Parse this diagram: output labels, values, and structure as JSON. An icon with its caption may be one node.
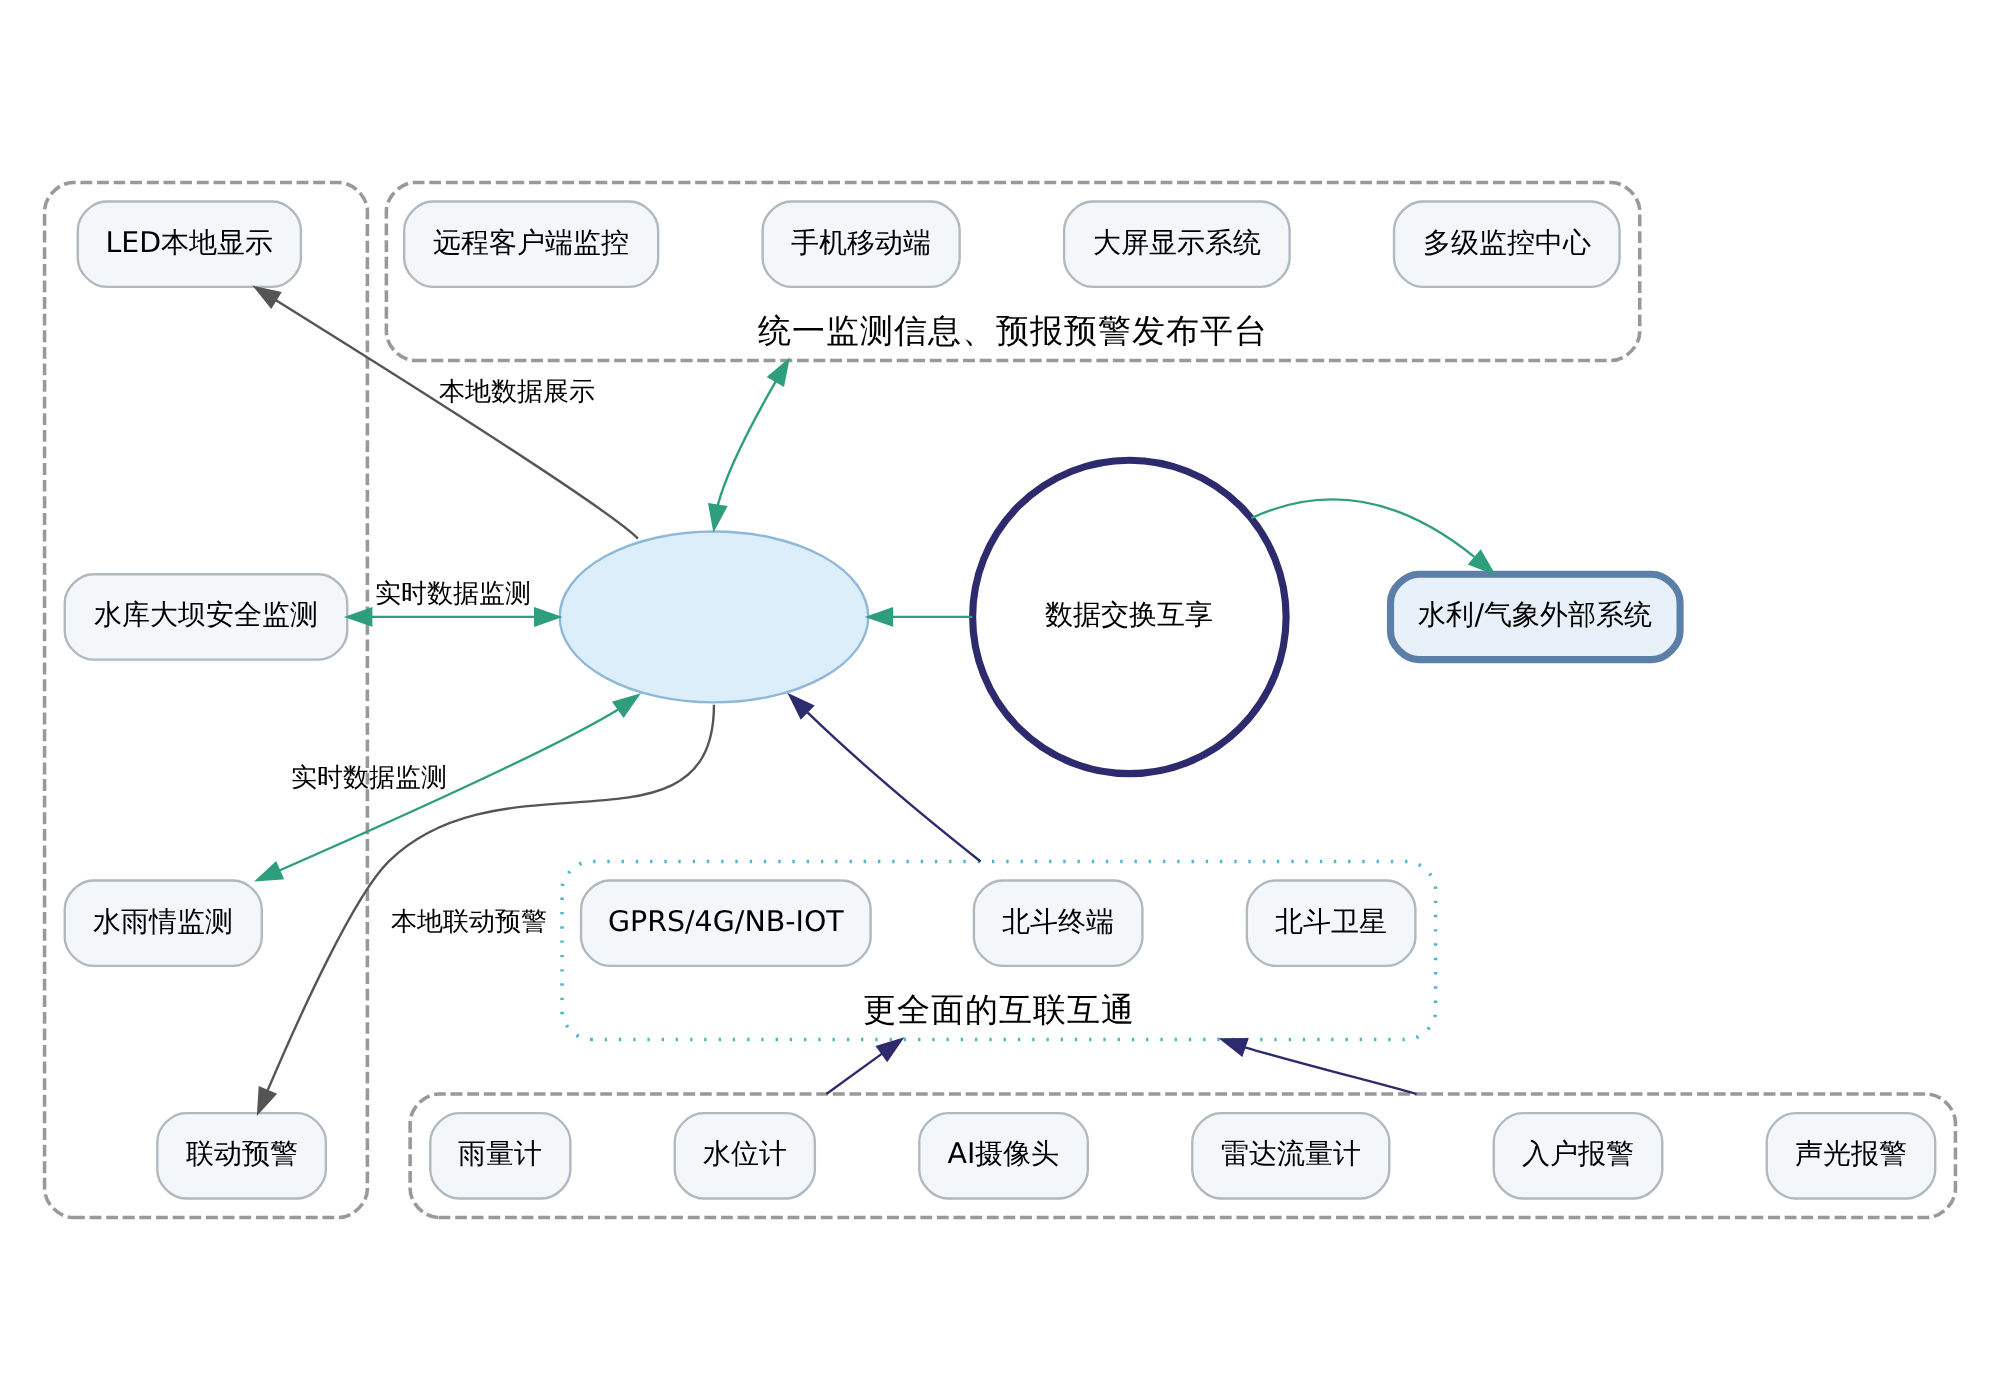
{
  "diagram": {
    "nodes": [
      {
        "text": [],
        "shape": "box"
      },
      {
        "text": [
          "LED本地显示"
        ],
        "in": 0
      },
      {
        "text": [
          "水库大坝安全监测"
        ],
        "in": 0
      },
      {
        "text": [
          "水雨情监测"
        ],
        "in": 0
      },
      {
        "text": [
          "联动预警"
        ],
        "in": 0
      },
      {
        "text": [
          "统一监测信息、预报预警发布平台"
        ]
      },
      {
        "text": [
          "远程客户端监控"
        ],
        "in": 5
      },
      {
        "text": [
          "手机移动端"
        ],
        "in": 5
      },
      {
        "text": [
          "大屏显示系统"
        ],
        "in": 5
      },
      {
        "text": [
          "多级监控中心"
        ],
        "in": 5
      },
      {
        "text": [],
        "shape": "cloud"
      },
      {
        "text": [
          "数据交换互享"
        ]
      },
      {
        "text": [
          "水利/气象外部系统"
        ]
      },
      {
        "text": [
          "更全面的互联互通"
        ]
      },
      {
        "text": [
          "GPRS/4G/NB-IOT"
        ],
        "in": 13
      },
      {
        "text": [
          "北斗终端"
        ],
        "in": 13
      },
      {
        "text": [
          "北斗卫星"
        ],
        "in": 13
      },
      {
        "text": [],
        "shape": "box"
      },
      {
        "text": [
          "雨量计"
        ],
        "in": 17
      },
      {
        "text": [
          "水位计"
        ],
        "in": 17
      },
      {
        "text": [
          "AI摄像头"
        ],
        "in": 17
      },
      {
        "text": [
          "雷达流量计"
        ],
        "in": 17
      },
      {
        "text": [
          "入户报警"
        ],
        "in": 17
      },
      {
        "text": [
          "声光报警"
        ],
        "in": 17
      }
    ],
    "edges": [
      {
        "from": 10,
        "to": 1,
        "arrow": "to",
        "label": "本地数据展示",
        "color": "#555555"
      },
      {
        "from": 10,
        "to": 2,
        "arrow": "both",
        "label": "实时数据监测"
      },
      {
        "from": 3,
        "to": 10,
        "arrow": "both",
        "label": "实时数据监测"
      },
      {
        "from": 10,
        "to": 4,
        "arrow": "to",
        "label": "本地联动预警",
        "color": "#555555"
      },
      {
        "from": 10,
        "to": 5,
        "arrow": "both"
      },
      {
        "from": 11,
        "to": 10,
        "arrow": "to"
      },
      {
        "from": 11,
        "to": 12,
        "arrow": "to"
      },
      {
        "from": 13,
        "to": 10,
        "arrow": "to",
        "color": "#2e2a6e"
      },
      {
        "from": 17,
        "to": 13,
        "arrow": "to",
        "color": "#2e2a6e"
      },
      {
        "from": 17,
        "to": 13,
        "arrow": "to",
        "color": "#2e2a6e"
      }
    ]
  }
}
